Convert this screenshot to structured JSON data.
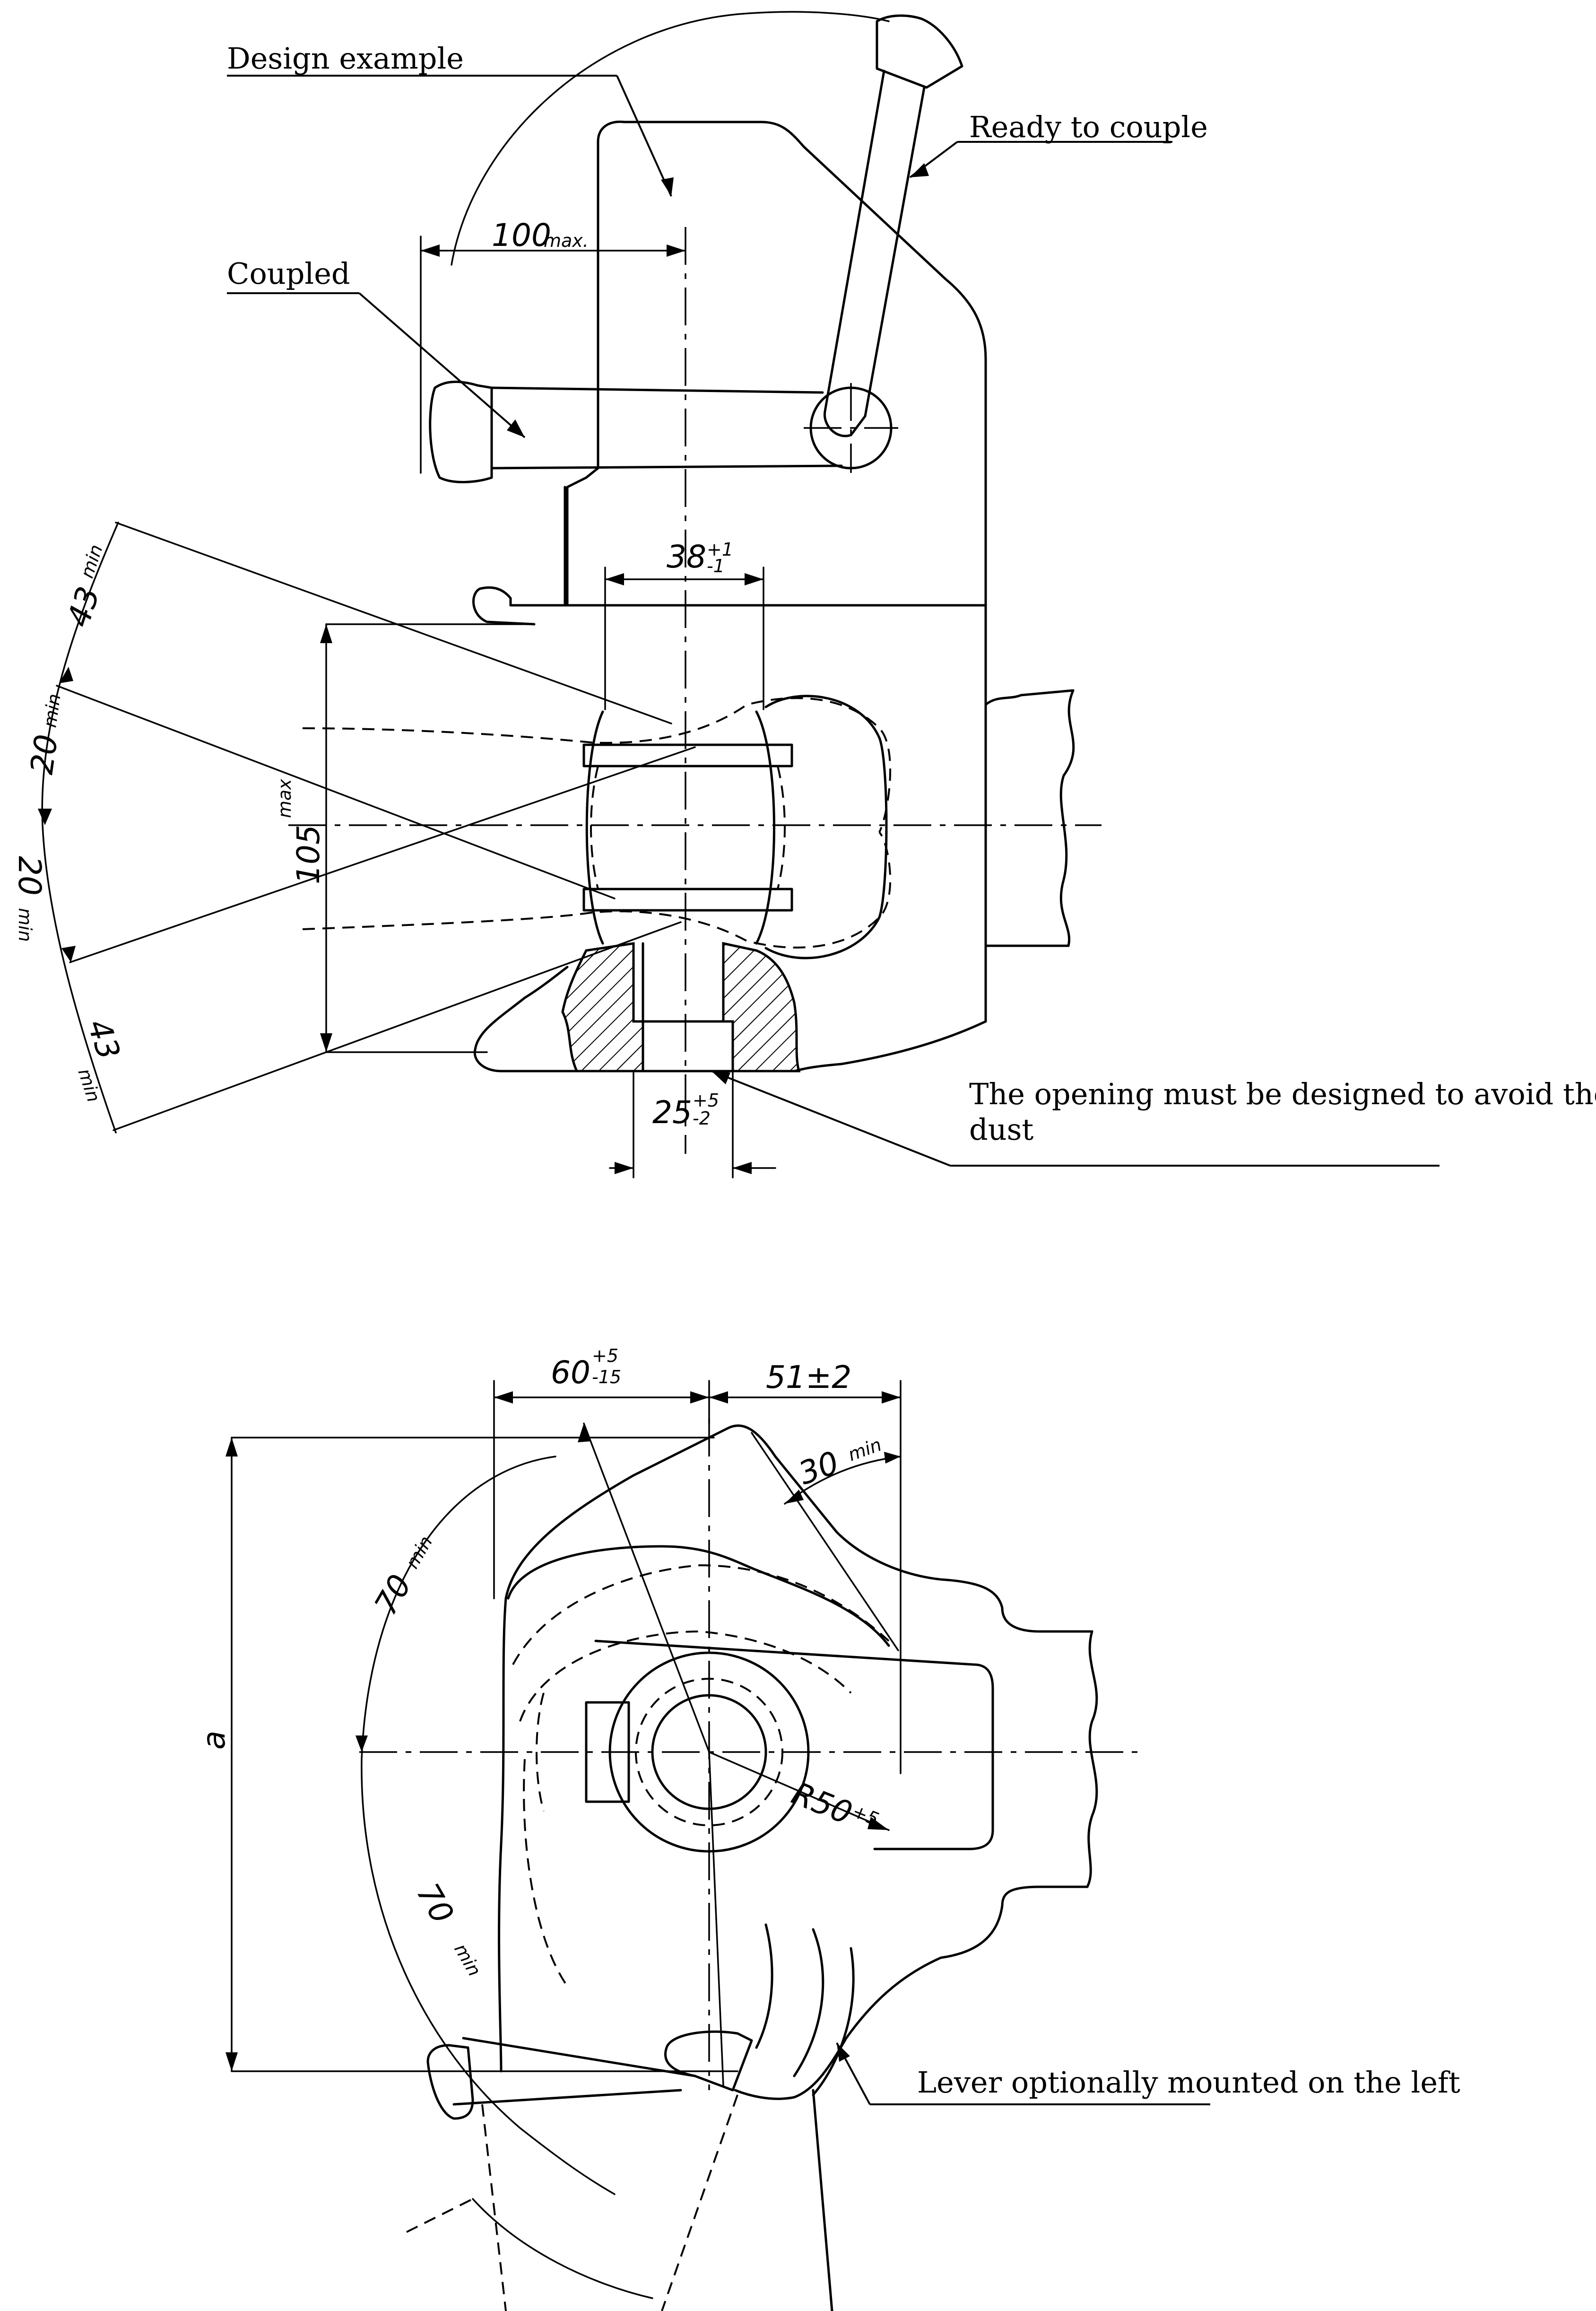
{
  "labels": {
    "design_example": "Design example",
    "ready_to_couple": "Ready to couple",
    "coupled": "Coupled",
    "opening_line1": "The opening must be designed to avoid the entry of",
    "opening_line2": "dust",
    "lever_left": "Lever optionally mounted on the left"
  },
  "dimensions": {
    "d100_main": "100",
    "d100_sub": "max.",
    "d38_main": "38",
    "d38_tol": "+1/-1",
    "d105_main": "105",
    "d105_sup": "max",
    "a43_top_main": "43",
    "a43_top_sup": "min",
    "a20_top_main": "20",
    "a20_top_sup": "min",
    "a20_bot_main": "20",
    "a20_bot_sup": "min",
    "a43_bot_main": "43",
    "a43_bot_sup": "min",
    "d25_main": "25",
    "d25_tol_up": "+5",
    "d25_tol_down": "-2",
    "d60_main": "60",
    "d60_tol_up": "+5",
    "d60_tol_down": "-15",
    "d51": "51±2",
    "a30_main": "30",
    "a30_sup": "min",
    "a70_top_main": "70",
    "a70_top_sup": "min",
    "a70_bot_main": "70",
    "a70_bot_sup": "min",
    "r50_main": "R50",
    "r50_sup": "+5",
    "dim_a": "a"
  }
}
